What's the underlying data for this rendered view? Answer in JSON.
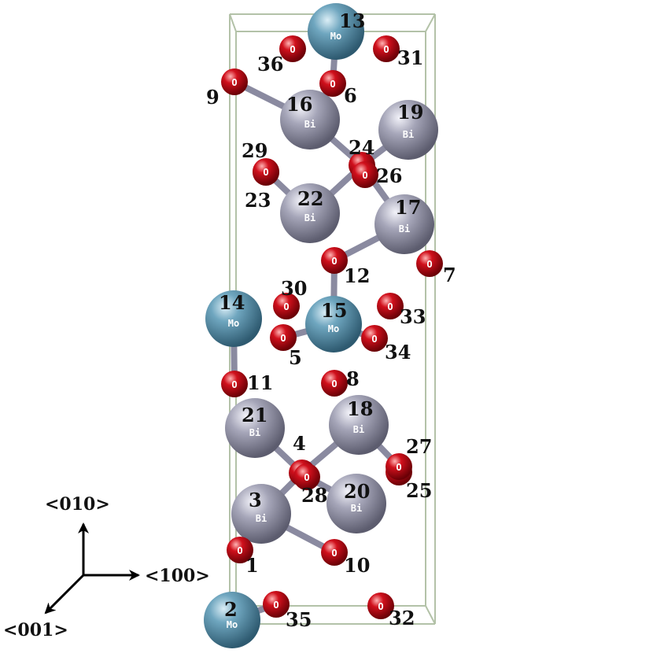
{
  "elements": {
    "Mo": {
      "symbol": "Mo",
      "color": "#5f95ad"
    },
    "Bi": {
      "symbol": "Bi",
      "color": "#a5a5b8"
    },
    "O": {
      "symbol": "O",
      "color": "#c40010"
    }
  },
  "atoms": [
    {
      "id": "2",
      "element": "Mo"
    },
    {
      "id": "13",
      "element": "Mo"
    },
    {
      "id": "14",
      "element": "Mo"
    },
    {
      "id": "15",
      "element": "Mo"
    },
    {
      "id": "3",
      "element": "Bi"
    },
    {
      "id": "16",
      "element": "Bi"
    },
    {
      "id": "17",
      "element": "Bi"
    },
    {
      "id": "18",
      "element": "Bi"
    },
    {
      "id": "19",
      "element": "Bi"
    },
    {
      "id": "20",
      "element": "Bi"
    },
    {
      "id": "21",
      "element": "Bi"
    },
    {
      "id": "22",
      "element": "Bi"
    },
    {
      "id": "1",
      "element": "O"
    },
    {
      "id": "4",
      "element": "O"
    },
    {
      "id": "5",
      "element": "O"
    },
    {
      "id": "6",
      "element": "O"
    },
    {
      "id": "7",
      "element": "O"
    },
    {
      "id": "8",
      "element": "O"
    },
    {
      "id": "9",
      "element": "O"
    },
    {
      "id": "10",
      "element": "O"
    },
    {
      "id": "11",
      "element": "O"
    },
    {
      "id": "12",
      "element": "O"
    },
    {
      "id": "23",
      "element": "O"
    },
    {
      "id": "24",
      "element": "O"
    },
    {
      "id": "25",
      "element": "O"
    },
    {
      "id": "26",
      "element": "O"
    },
    {
      "id": "27",
      "element": "O"
    },
    {
      "id": "28",
      "element": "O"
    },
    {
      "id": "29",
      "element": "O"
    },
    {
      "id": "30",
      "element": "O"
    },
    {
      "id": "31",
      "element": "O"
    },
    {
      "id": "32",
      "element": "O"
    },
    {
      "id": "33",
      "element": "O"
    },
    {
      "id": "34",
      "element": "O"
    },
    {
      "id": "35",
      "element": "O"
    },
    {
      "id": "36",
      "element": "O"
    }
  ],
  "axes": {
    "y_label": "<010>",
    "x_label": "<100>",
    "z_label": "<001>"
  },
  "colors": {
    "cell_edge": "#b3c2a8",
    "bond": "#8a8aa0",
    "background": "#ffffff"
  }
}
